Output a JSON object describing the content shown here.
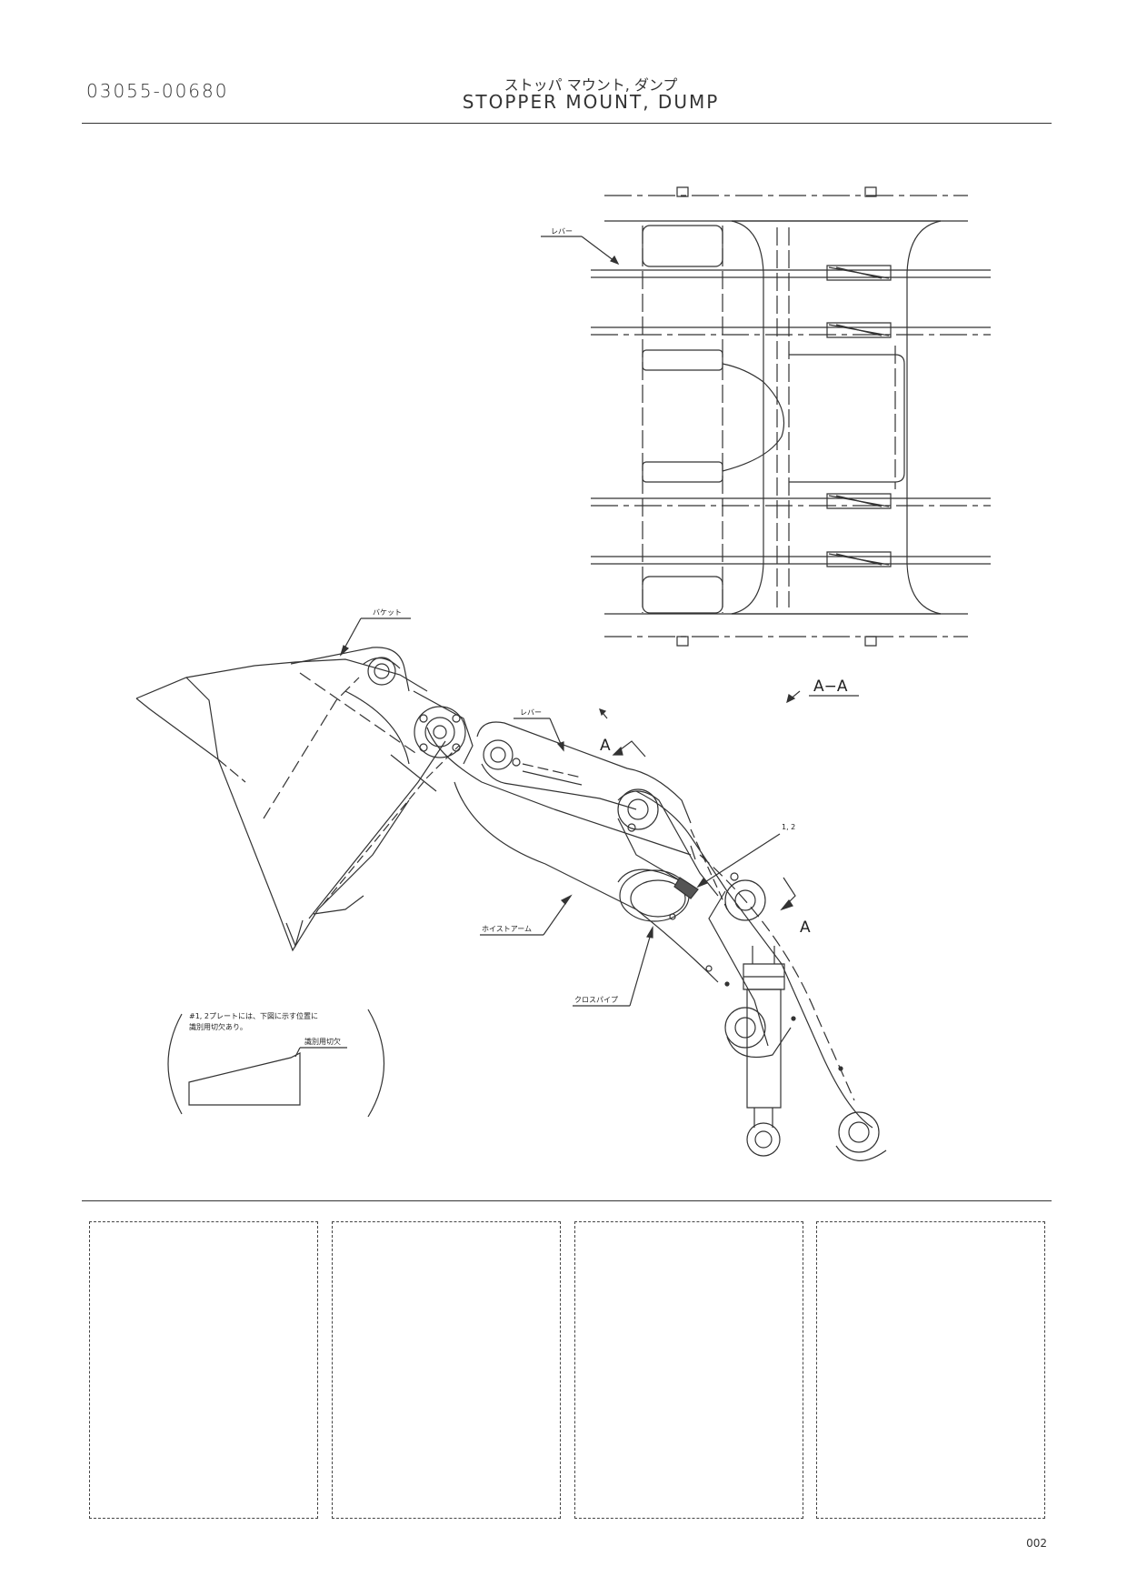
{
  "header": {
    "part_number": "03055-00680",
    "title_jp": "ストッパ マウント, ダンプ",
    "title_en": "STOPPER MOUNT, DUMP"
  },
  "labels": {
    "lever_top": "レバー",
    "bucket": "バケット",
    "lever_mid": "レバー",
    "section_a_top": "A",
    "section_a_bottom": "A",
    "callout": "1, 2",
    "hoist_arm": "ホイストアーム",
    "cross_pipe": "クロスパイプ",
    "section_view": "A−A"
  },
  "note": {
    "line1": "#1, 2プレートには、下図に示す位置に",
    "line2": "識別用切欠あり。",
    "notch_label": "識別用切欠"
  },
  "footer": {
    "page_number": "002"
  }
}
